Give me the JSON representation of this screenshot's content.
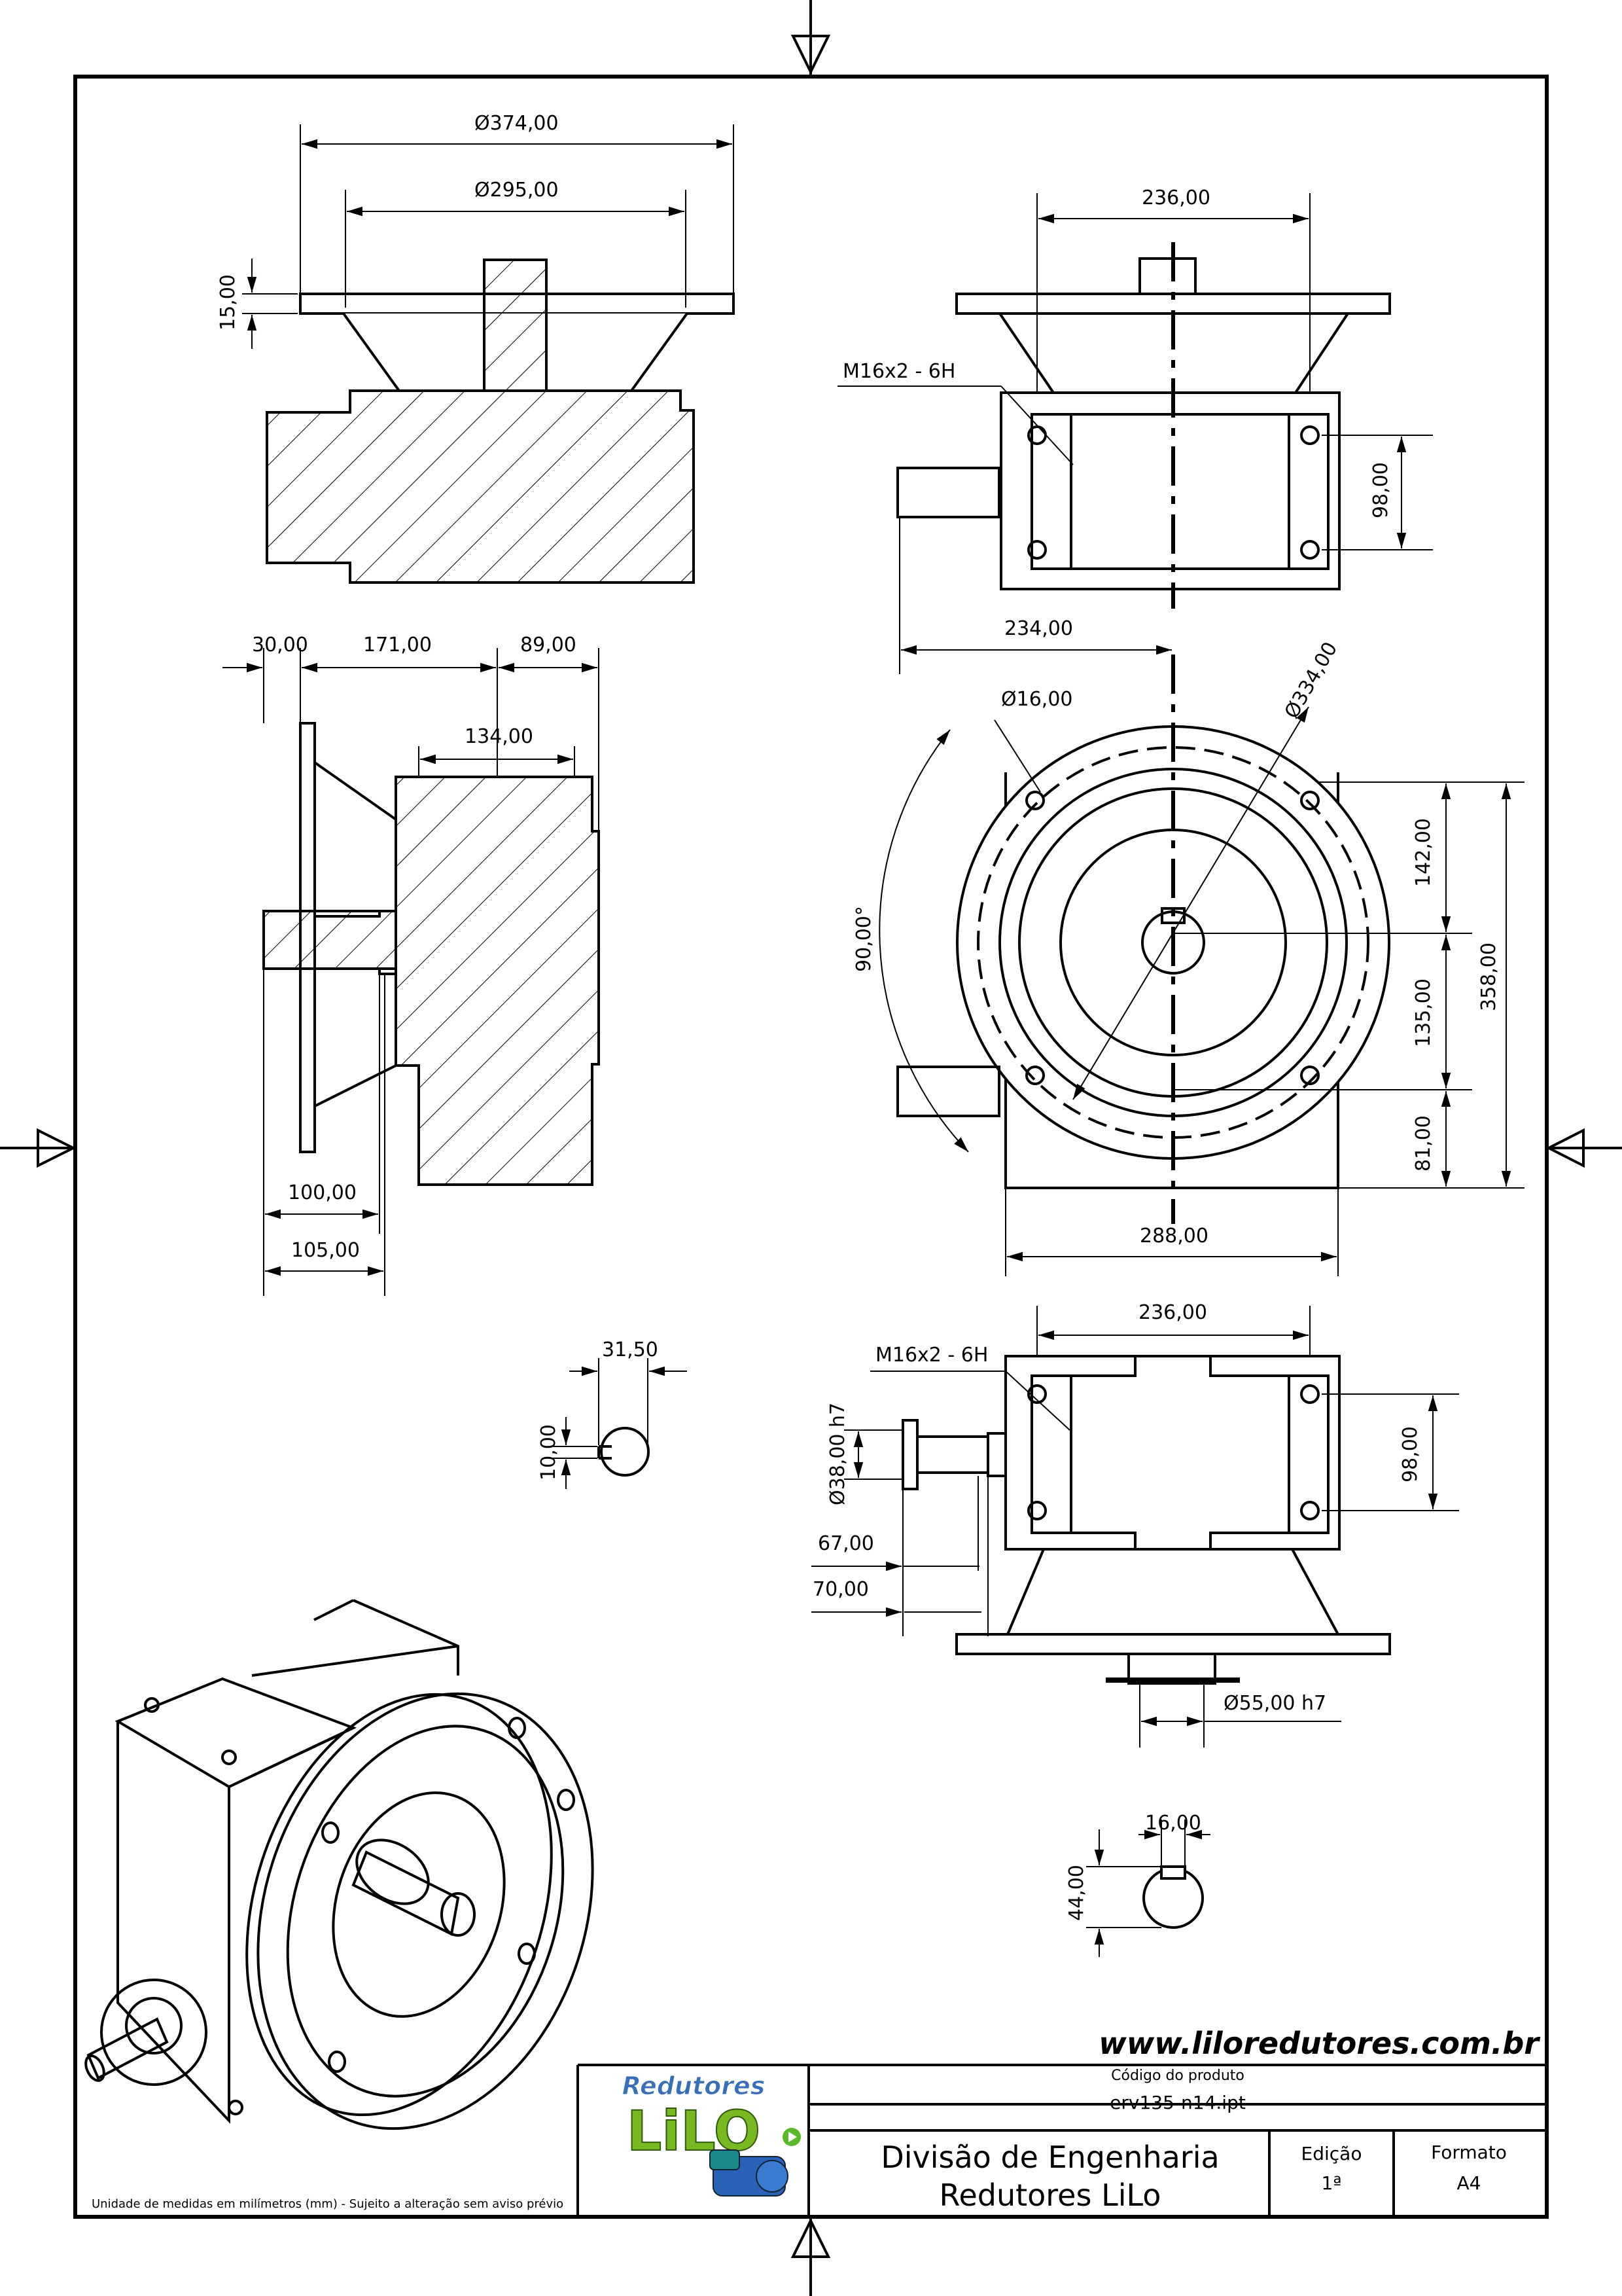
{
  "drawing": {
    "dimensions": {
      "d_374": "Ø374,00",
      "d_295": "Ø295,00",
      "h_15": "15,00",
      "w_236_top": "236,00",
      "thread_top": "M16x2 - 6H",
      "h_98_top": "98,00",
      "w_234": "234,00",
      "w_30": "30,00",
      "w_171": "171,00",
      "w_89": "89,00",
      "w_134": "134,00",
      "d_16": "Ø16,00",
      "d_334": "Ø334,00",
      "angle_90": "90,00°",
      "h_142": "142,00",
      "h_135": "135,00",
      "h_358": "358,00",
      "h_81": "81,00",
      "w_288": "288,00",
      "w_100": "100,00",
      "w_105": "105,00",
      "w_31_5": "31,50",
      "h_10": "10,00",
      "w_236_bottom": "236,00",
      "thread_bottom": "M16x2 - 6H",
      "d_38": "Ø38,00 h7",
      "h_98_bottom": "98,00",
      "w_67": "67,00",
      "w_70": "70,00",
      "d_55": "Ø55,00 h7",
      "w_16": "16,00",
      "h_44": "44,00"
    },
    "colors": {
      "line": "#000000",
      "logo_blue": "#3b6fb5",
      "logo_green": "#78b823"
    }
  },
  "title_block": {
    "website": "www.liloredutores.com.br",
    "logo_top": "Redutores",
    "logo_bottom": "LiLO",
    "product_code_label": "Código do produto",
    "product_code": "erv135-n14.ipt",
    "division_line1": "Divisão de Engenharia",
    "division_line2": "Redutores LiLo",
    "edition_label": "Edição",
    "edition_value": "1ª",
    "format_label": "Formato",
    "format_value": "A4",
    "units_note": "Unidade de medidas em milímetros (mm) - Sujeito a alteração sem aviso prévio"
  }
}
